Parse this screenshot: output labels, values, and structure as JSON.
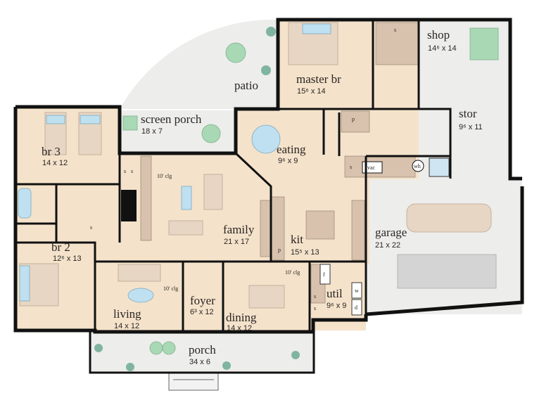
{
  "rooms": {
    "patio": {
      "name": "patio"
    },
    "master_br": {
      "name": "master br",
      "size": "15⁶ x 14"
    },
    "shop": {
      "name": "shop",
      "size": "14⁶ x 14"
    },
    "stor": {
      "name": "stor",
      "size": "9⁶ x 11"
    },
    "screen_porch": {
      "name": "screen porch",
      "size": "18 x 7"
    },
    "br3": {
      "name": "br 3",
      "size": "14 x 12"
    },
    "eating": {
      "name": "eating",
      "size": "9⁶ x 9"
    },
    "family": {
      "name": "family",
      "size": "21 x 17"
    },
    "kit": {
      "name": "kit",
      "size": "15⁵ x 13"
    },
    "garage": {
      "name": "garage",
      "size": "21 x 22"
    },
    "br2": {
      "name": "br 2",
      "size": "12⁶ x 13"
    },
    "living": {
      "name": "living",
      "size": "14 x 12"
    },
    "foyer": {
      "name": "foyer",
      "size": "6³ x 12"
    },
    "dining": {
      "name": "dining",
      "size": "14 x 12"
    },
    "util": {
      "name": "util",
      "size": "9⁶ x 9"
    },
    "porch": {
      "name": "porch",
      "size": "34 x 6"
    }
  },
  "ceiling_note": "10' clg",
  "fixtures": {
    "shelf": "s",
    "pantry": "p",
    "hvac": "hvac",
    "water_heater": "wh",
    "fridge": "f",
    "washer": "w",
    "dryer": "d"
  },
  "colors": {
    "floor": "#f4e2cb",
    "outdoor": "#ededeb",
    "wall": "#111111",
    "cabinet": "#d8c2ad",
    "plant": "#7fb5a0"
  }
}
